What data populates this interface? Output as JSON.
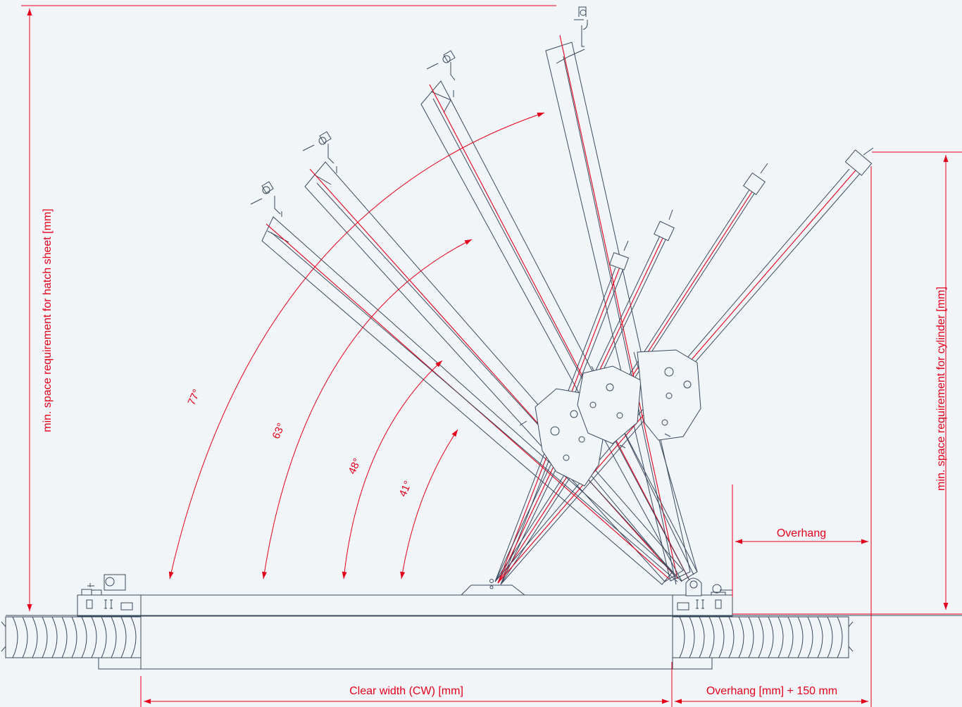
{
  "labels": {
    "hatch_height": "min. space requirement for hatch sheet [mm]",
    "cylinder_height": "min. space requirement for cylinder [mm]",
    "overhang": "Overhang",
    "clear_width": "Clear width (CW) [mm]",
    "overhang_plus": "Overhang [mm] + 150 mm"
  },
  "angles": [
    "77°",
    "63°",
    "48°",
    "41°"
  ],
  "colors": {
    "accent": "#e3001b",
    "line": "#3a4a5e",
    "background": "#f2f5f8"
  }
}
